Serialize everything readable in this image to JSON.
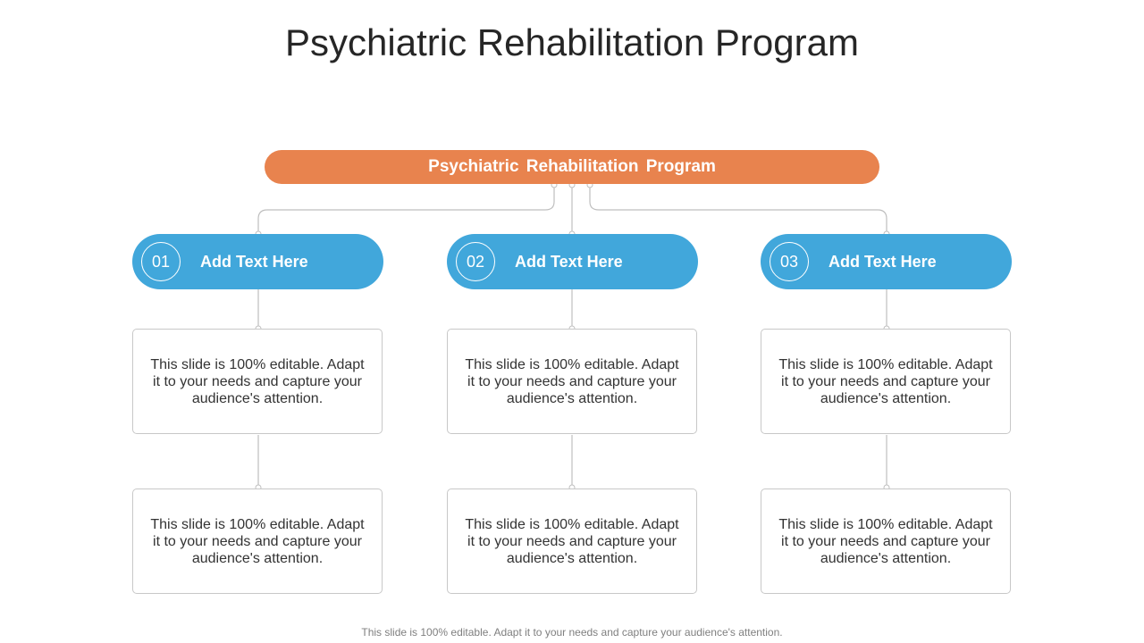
{
  "title": "Psychiatric Rehabilitation Program",
  "colors": {
    "root": "#E8834E",
    "pill": "#41A7DB",
    "line": "#BFBFBF"
  },
  "root": {
    "label": "Psychiatric Rehabilitation Program"
  },
  "columns": [
    {
      "number": "01",
      "heading": "Add Text Here",
      "boxes": [
        "This slide is 100% editable. Adapt it to your needs and capture your audience's attention.",
        "This slide is 100% editable. Adapt it to your needs and capture your audience's attention."
      ]
    },
    {
      "number": "02",
      "heading": "Add Text Here",
      "boxes": [
        "This slide is 100% editable. Adapt it to your needs and capture your audience's attention.",
        "This slide is 100% editable. Adapt it to your needs and capture your audience's attention."
      ]
    },
    {
      "number": "03",
      "heading": "Add Text Here",
      "boxes": [
        "This slide is 100% editable. Adapt it to your needs and capture your audience's attention.",
        "This slide is 100% editable. Adapt it to your needs and capture your audience's attention."
      ]
    }
  ],
  "footer": "This slide is 100% editable. Adapt it to your needs and capture your audience's attention."
}
